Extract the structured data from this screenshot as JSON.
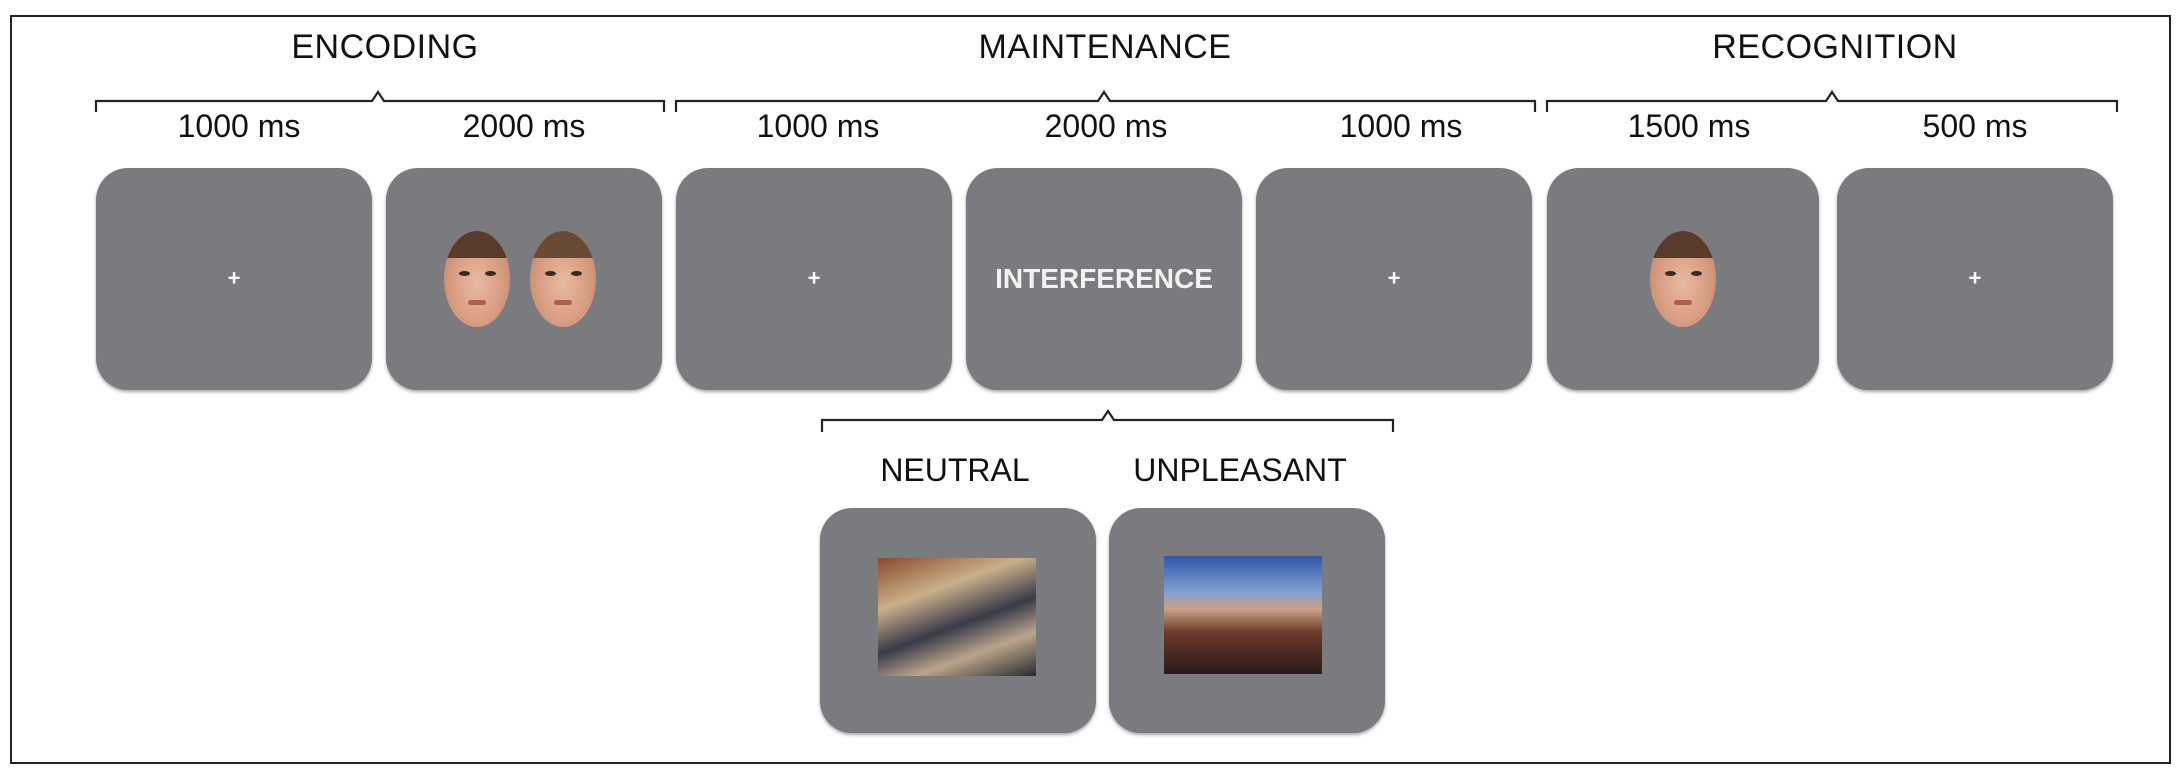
{
  "phases": {
    "encoding": "ENCODING",
    "maintenance": "MAINTENANCE",
    "recognition": "RECOGNITION"
  },
  "durations": [
    "1000 ms",
    "2000 ms",
    "1000 ms",
    "2000 ms",
    "1000 ms",
    "1500 ms",
    "500 ms"
  ],
  "screens": [
    {
      "content": "fixation",
      "text": "+"
    },
    {
      "content": "two-faces"
    },
    {
      "content": "fixation",
      "text": "+"
    },
    {
      "content": "text",
      "text": "INTERFERENCE"
    },
    {
      "content": "fixation",
      "text": "+"
    },
    {
      "content": "one-face"
    },
    {
      "content": "fixation",
      "text": "+"
    }
  ],
  "interference_types": {
    "neutral": "NEUTRAL",
    "unpleasant": "UNPLEASANT"
  },
  "colors": {
    "screen": "#7a7b7e",
    "text_on_screen": "#ffffff",
    "line": "#222222"
  }
}
